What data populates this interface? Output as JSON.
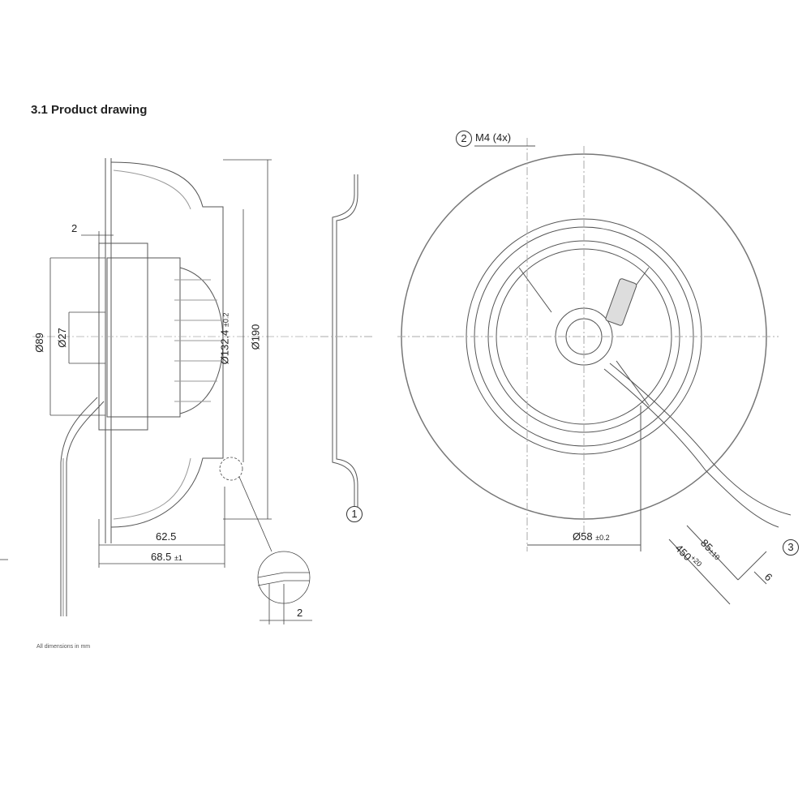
{
  "title": "3.1 Product drawing",
  "footnote": "All dimensions in mm",
  "side_view": {
    "dim_gap": "2",
    "dim_d89": "Ø89",
    "dim_d27": "Ø27",
    "dim_d132": "Ø132.4",
    "dim_d132_tol": "±0.2",
    "dim_d190": "Ø190",
    "dim_62_5": "62.5",
    "dim_68_5": "68.5",
    "dim_68_5_tol": "±1",
    "detail_dim": "2"
  },
  "shroud": {
    "callout": "1"
  },
  "front_view": {
    "callout_2": "2",
    "thread_label": "M4 (4x)",
    "dim_d58": "Ø58",
    "dim_d58_tol": "±0.2",
    "dim_85": "85",
    "dim_85_tol": "±10",
    "dim_450": "450",
    "dim_450_tol": "+20",
    "dim_6": "6",
    "callout_3": "3"
  }
}
